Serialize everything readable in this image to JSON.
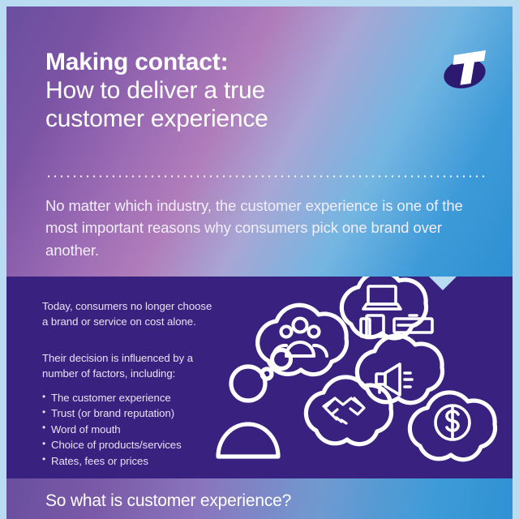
{
  "hero": {
    "title_line1": "Making contact:",
    "title_line2": "How to deliver a true",
    "title_line3": "customer experience",
    "subtitle": "No matter which industry, the customer experience is one of the most important reasons why consumers pick one brand over another.",
    "logo_name": "Telstra",
    "logo_letter": "T",
    "colors": {
      "gradient_start": "#6a4fa0",
      "gradient_mid": "#b07cba",
      "gradient_end": "#2d90d2",
      "text": "#ffffff",
      "page_border": "#b9dcf2"
    }
  },
  "mid": {
    "paragraph_1": "Today, consumers no longer choose a brand or service on cost alone.",
    "paragraph_2": "Their decision is influenced by a number of factors, including:",
    "bullets": [
      "The customer experience",
      "Trust (or brand reputation)",
      "Word of mouth",
      "Choice of products/services",
      "Rates, fees or prices"
    ],
    "background_color": "#38217f",
    "text_color": "#e8e2f5",
    "illustration": {
      "person_icon": "person-icon",
      "small_bubbles": 2,
      "thought_bubbles": [
        {
          "icon": "devices-icon",
          "meaning": "Choice of products/services"
        },
        {
          "icon": "people-group-icon",
          "meaning": "The customer experience"
        },
        {
          "icon": "megaphone-icon",
          "meaning": "Word of mouth"
        },
        {
          "icon": "handshake-icon",
          "meaning": "Trust (or brand reputation)"
        },
        {
          "icon": "dollar-coin-icon",
          "meaning": "Rates, fees or prices"
        }
      ]
    }
  },
  "bottom": {
    "heading": "So what is customer experience?"
  }
}
